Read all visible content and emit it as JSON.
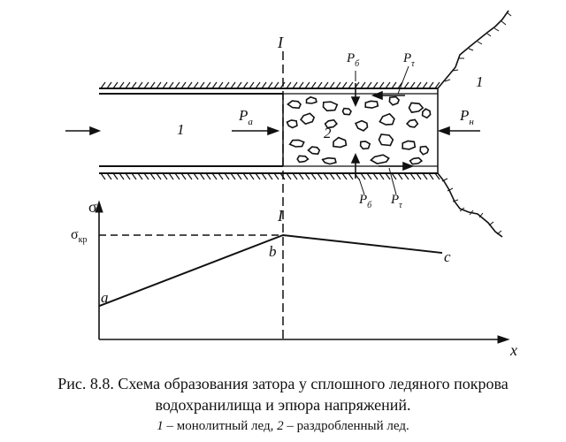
{
  "labels": {
    "section_top": "I",
    "section_bottom": "I",
    "zone_monolith": "1",
    "zone_broken": "2",
    "zone_right": "1",
    "force_pa": "P",
    "force_pa_sub": "a",
    "force_pn": "P",
    "force_pn_sub": "н",
    "force_pb_top": "P",
    "force_pb_top_sub": "б",
    "force_pt_top": "P",
    "force_pt_top_sub": "τ",
    "force_pb_bottom": "P",
    "force_pb_bottom_sub": "б",
    "force_pt_bottom": "P",
    "force_pt_bottom_sub": "τ",
    "sigma_axis": "σ",
    "sigma_cr": "σ",
    "sigma_cr_sub": "кр",
    "x_axis": "x",
    "point_a": "a",
    "point_b": "b",
    "point_c": "c"
  },
  "chart_data": {
    "type": "line",
    "x": [
      0,
      1,
      2
    ],
    "values": [
      0.32,
      1.0,
      0.83
    ],
    "point_labels": [
      "a",
      "b",
      "c"
    ]
  },
  "caption": {
    "line1": "Рис. 8.8. Схема образования затора у сплошного ледяного покрова",
    "line2": "водохранилища и эпюра напряжений.",
    "legend_1": "1",
    "legend_1_text": " – монолитный лед, ",
    "legend_2": "2",
    "legend_2_text": " – раздробленный лед."
  }
}
